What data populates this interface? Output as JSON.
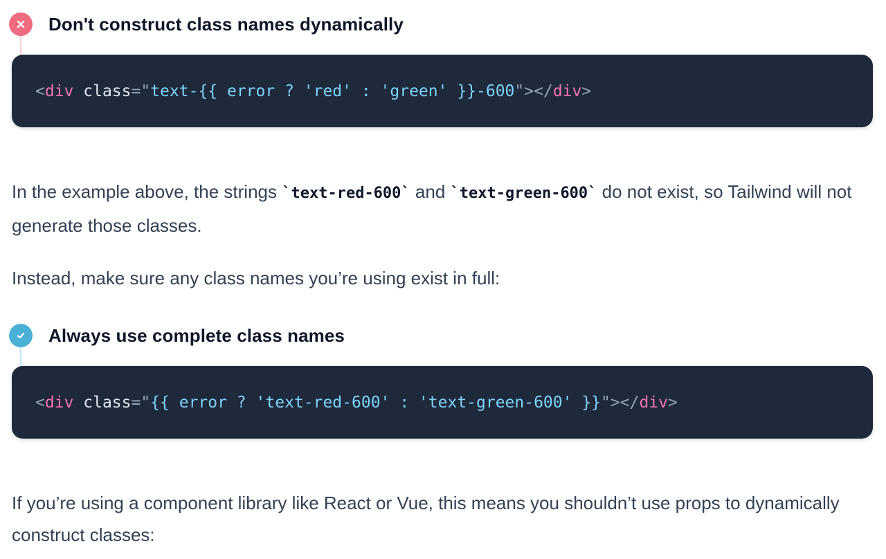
{
  "bad_example": {
    "title": "Don't construct class names dynamically",
    "icon": "x-icon",
    "accent": "#ef6b80",
    "code": {
      "open_lt": "<",
      "tag": "div",
      "attr": " class",
      "eq": "=\"",
      "value": "text-{{ error ? 'red' : 'green' }}-600",
      "close_quote": "\">",
      "close_lt": "</",
      "close_tag": "div",
      "close_gt": ">"
    }
  },
  "para1": {
    "text_a": "In the example above, the strings ",
    "code_a": "`text-red-600`",
    "text_b": " and ",
    "code_b": "`text-green-600`",
    "text_c": " do not exist, so Tailwind will not generate those classes."
  },
  "para2": {
    "text": "Instead, make sure any class names you’re using exist in full:"
  },
  "good_example": {
    "title": "Always use complete class names",
    "icon": "check-icon",
    "accent": "#4ab0d6",
    "code": {
      "open_lt": "<",
      "tag": "div",
      "attr": " class",
      "eq": "=\"",
      "value": "{{ error ? 'text-red-600' : 'text-green-600' }}",
      "close_quote": "\">",
      "close_lt": "</",
      "close_tag": "div",
      "close_gt": ">"
    }
  },
  "para3": {
    "text": "If you’re using a component library like React or Vue, this means you shouldn’t use props to dynamically construct classes:"
  }
}
